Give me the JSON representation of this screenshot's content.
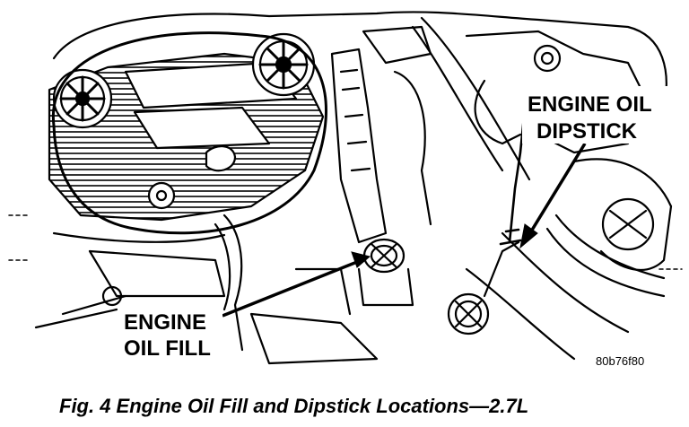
{
  "labels": {
    "dipstick_line1": "ENGINE OIL",
    "dipstick_line2": "DIPSTICK",
    "fill_line1": "ENGINE",
    "fill_line2": "OIL FILL"
  },
  "figure_code": "80b76f80",
  "caption": "Fig. 4 Engine Oil Fill and Dipstick Locations—2.7L"
}
